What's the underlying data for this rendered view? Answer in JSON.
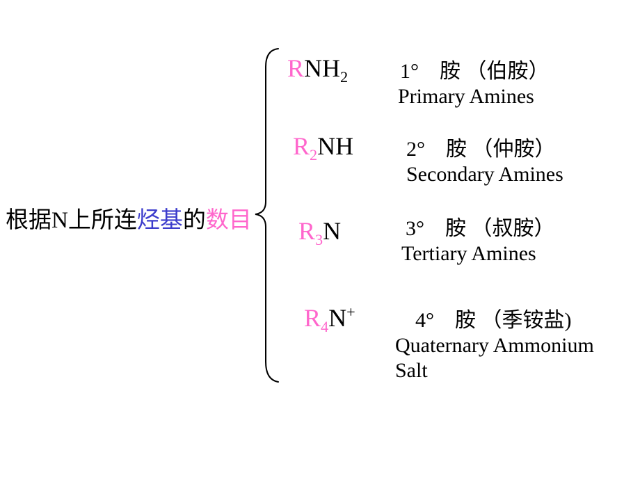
{
  "slide": {
    "intro": {
      "part1": "根据N上所连",
      "part2": "烃基",
      "part3": "的",
      "part4": "数目"
    },
    "rows": [
      {
        "formula": {
          "r": "R",
          "rsub": "",
          "rest": "NH",
          "restsub": "2",
          "sup": ""
        },
        "label_cn": "1°　胺 （伯胺）",
        "label_en": "Primary Amines"
      },
      {
        "formula": {
          "r": "R",
          "rsub": "2",
          "rest": "NH",
          "restsub": "",
          "sup": ""
        },
        "label_cn": "2°　胺 （仲胺）",
        "label_en": "Secondary Amines"
      },
      {
        "formula": {
          "r": "R",
          "rsub": "3",
          "rest": "N",
          "restsub": "",
          "sup": ""
        },
        "label_cn": "3°　胺 （叔胺）",
        "label_en": "Tertiary Amines"
      },
      {
        "formula": {
          "r": "R",
          "rsub": "4",
          "rest": "N",
          "restsub": "",
          "sup": "+"
        },
        "label_cn": "4°　胺 （季铵盐)",
        "label_en": "Quaternary Ammonium Salt"
      }
    ]
  },
  "colors": {
    "pink": "#FF66CC",
    "blue": "#3C3CCC",
    "black": "#000000",
    "background": "#FFFFFF"
  }
}
